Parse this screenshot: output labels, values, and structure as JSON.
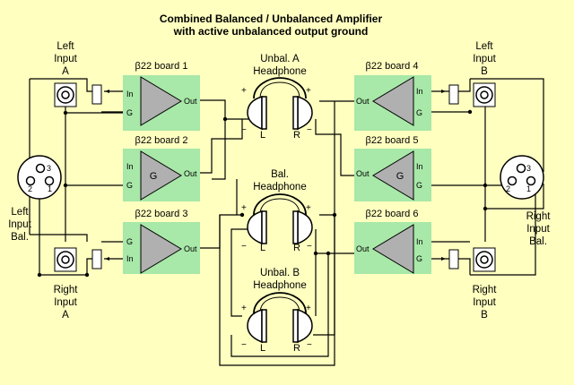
{
  "title": {
    "line1": "Combined Balanced / Unbalanced Amplifier",
    "line2": "with active unbalanced output ground"
  },
  "inputs": {
    "left_a": [
      "Left",
      "Input",
      "A"
    ],
    "right_a": [
      "Right",
      "Input",
      "A"
    ],
    "left_bal": [
      "Left",
      "Input",
      "Bal."
    ],
    "left_b": [
      "Left",
      "Input",
      "B"
    ],
    "right_b": [
      "Right",
      "Input",
      "B"
    ],
    "right_bal": [
      "Right",
      "Input",
      "Bal."
    ]
  },
  "xlr_pins": {
    "p1": "1",
    "p2": "2",
    "p3": "3"
  },
  "boards": [
    {
      "name": "β22 board 1",
      "in1": "In",
      "in2": "G",
      "out": "Out",
      "center": ""
    },
    {
      "name": "β22 board 2",
      "in1": "In",
      "in2": "G",
      "out": "Out",
      "center": "G"
    },
    {
      "name": "β22 board 3",
      "in1": "G",
      "in2": "In",
      "out": "Out",
      "center": ""
    },
    {
      "name": "β22 board 4",
      "in1": "In",
      "in2": "G",
      "out": "Out",
      "center": ""
    },
    {
      "name": "β22 board 5",
      "in1": "In",
      "in2": "G",
      "out": "Out",
      "center": "G"
    },
    {
      "name": "β22 board 6",
      "in1": "In",
      "in2": "G",
      "out": "Out",
      "center": ""
    }
  ],
  "headphones": [
    {
      "title1": "Unbal. A",
      "title2": "Headphone",
      "left": "L",
      "right": "R",
      "plus": "+",
      "minus": "−"
    },
    {
      "title1": "Bal.",
      "title2": "Headphone",
      "left": "L",
      "right": "R",
      "plus": "+",
      "minus": "−"
    },
    {
      "title1": "Unbal. B",
      "title2": "Headphone",
      "left": "L",
      "right": "R",
      "plus": "+",
      "minus": "−"
    }
  ],
  "colors": {
    "background": "#ffffc0",
    "board": "#a8e8a8",
    "amp": "#b0b0b0"
  }
}
